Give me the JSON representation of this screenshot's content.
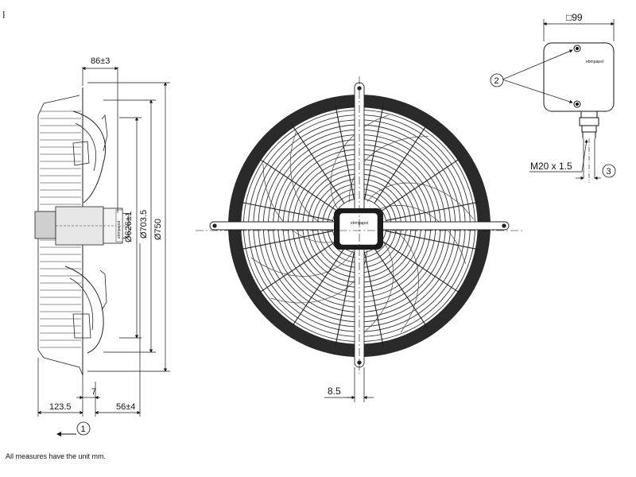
{
  "note": "All measures have the unit mm.",
  "dimensions": {
    "side_top": "86±3",
    "dia_626": "Ø626±1",
    "dia_703": "Ø703.5",
    "dia_750": "Ø750",
    "side_7": "7",
    "side_123": "123.5",
    "side_56": "56±4",
    "front_85": "8.5",
    "box_99": "□99",
    "thread": "M20 x 1.5"
  },
  "callouts": {
    "c1": "1",
    "c2": "2",
    "c3": "3"
  },
  "brand": {
    "front": "ebmpapst",
    "box": "ebmpapst",
    "side": "ebmpapst"
  }
}
